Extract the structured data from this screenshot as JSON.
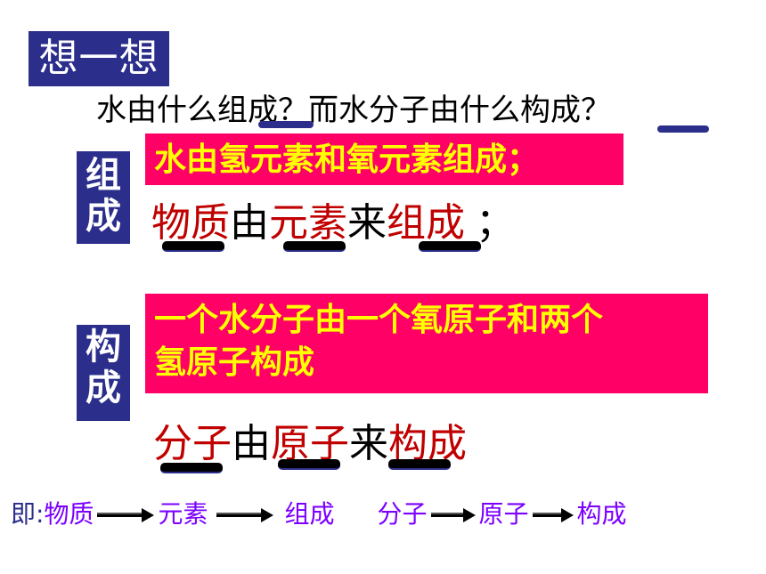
{
  "title": "想一想",
  "question": {
    "part1": "水由什么",
    "part2": "组成",
    "part3": "？而水分子由什么",
    "part4": "构成",
    "part5": "？"
  },
  "composition": {
    "label_line1": "组",
    "label_line2": "成",
    "statement": "水由氢元素和氧元素组成；",
    "rule": {
      "w1": "物质",
      "w2": "由",
      "w3": "元素",
      "w4": "来",
      "w5": "组成",
      "w6": "；"
    }
  },
  "construction": {
    "label_line1": "构",
    "label_line2": "成",
    "statement_line1": "一个水分子由一个氧原子和两个",
    "statement_line2": "氢原子构成",
    "rule": {
      "w1": "分子",
      "w2": "由",
      "w3": "原子",
      "w4": "来",
      "w5": "构成"
    }
  },
  "summary": {
    "prefix": "即:",
    "items": [
      "物质",
      "元素",
      "组成",
      "分子",
      "原子",
      "构成"
    ]
  },
  "colors": {
    "navy": "#2b2e8a",
    "pink": "#ff0066",
    "yellow": "#ffff00",
    "red": "#c00000",
    "purple": "#7b00ff"
  }
}
